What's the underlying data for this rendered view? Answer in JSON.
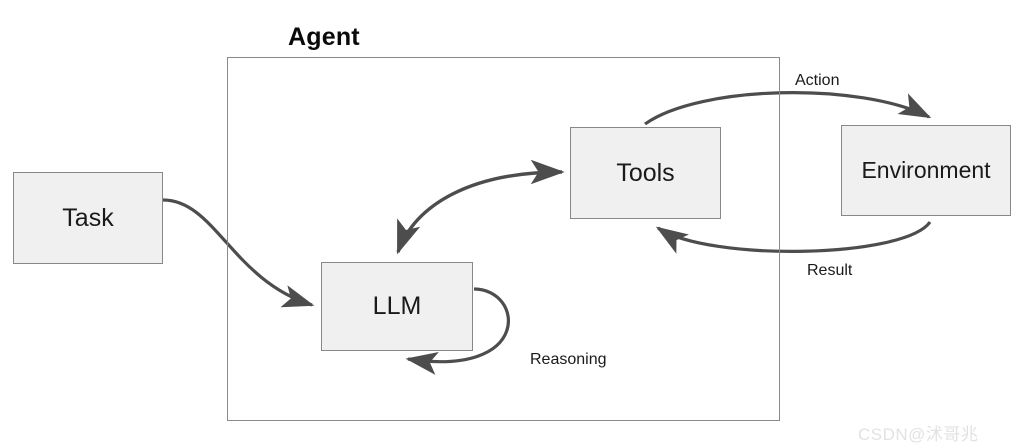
{
  "diagram": {
    "title": "Agent",
    "nodes": [
      {
        "id": "task",
        "label": "Task"
      },
      {
        "id": "llm",
        "label": "LLM"
      },
      {
        "id": "tools",
        "label": "Tools"
      },
      {
        "id": "environment",
        "label": "Environment"
      }
    ],
    "edges": [
      {
        "id": "task-to-llm",
        "label": "",
        "from": "task",
        "to": "llm",
        "arrow": "single"
      },
      {
        "id": "llm-tools",
        "label": "",
        "from": "llm",
        "to": "tools",
        "arrow": "double"
      },
      {
        "id": "tools-to-env",
        "label": "Action",
        "from": "tools",
        "to": "environment",
        "arrow": "single"
      },
      {
        "id": "env-to-tools",
        "label": "Result",
        "from": "environment",
        "to": "tools",
        "arrow": "single"
      },
      {
        "id": "llm-self",
        "label": "Reasoning",
        "from": "llm",
        "to": "llm",
        "arrow": "single"
      }
    ],
    "group": {
      "label": "Agent",
      "contains": [
        "llm",
        "tools"
      ]
    }
  },
  "watermark": {
    "text": "CSDN@沭哥兆"
  },
  "colors": {
    "node_fill": "#f0f0f0",
    "node_stroke": "#888888",
    "edge_stroke": "#4d4d4d",
    "text": "#1a1a1a",
    "group_stroke": "#8a8a8a",
    "watermark": "#e2e2e2"
  }
}
